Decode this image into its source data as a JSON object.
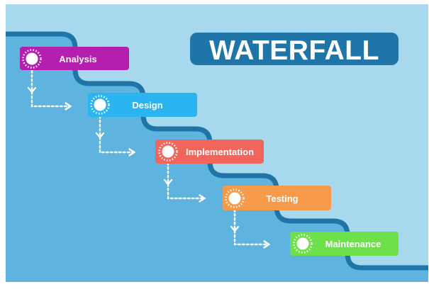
{
  "title": "WATERFALL",
  "steps": [
    {
      "label": "Analysis",
      "color": "#b51fb0"
    },
    {
      "label": "Design",
      "color": "#2bb5f0"
    },
    {
      "label": "Implementation",
      "color": "#f2655a"
    },
    {
      "label": "Testing",
      "color": "#f79a4a"
    },
    {
      "label": "Maintenance",
      "color": "#6ee04a"
    }
  ],
  "colors": {
    "background": "#a8d8ee",
    "water": "#5fb3df",
    "wall": "#1f74a8",
    "title_badge": "#1f74a8"
  },
  "icons": {
    "step_marker": "dotted-circle-icon",
    "connector": "dotted-arrow-icon"
  }
}
